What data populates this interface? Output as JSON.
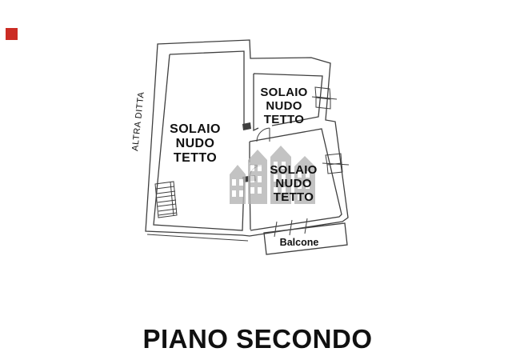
{
  "page": {
    "title": "PIANO SECONDO"
  },
  "logo": {
    "color": "#cb2c24"
  },
  "plan": {
    "colors": {
      "wall": "#3f3f3f",
      "text": "#101010",
      "watermark": "#b5b5b5"
    },
    "side_label": "ALTRA DITTA",
    "rooms": {
      "left": {
        "lines": [
          "SOLAIO",
          "NUDO",
          "TETTO"
        ]
      },
      "top": {
        "lines": [
          "SOLAIO",
          "NUDO",
          "TETTO"
        ]
      },
      "right": {
        "lines": [
          "SOLAIO",
          "NUDO",
          "TETTO"
        ]
      }
    },
    "balcony_label": "Balcone"
  }
}
